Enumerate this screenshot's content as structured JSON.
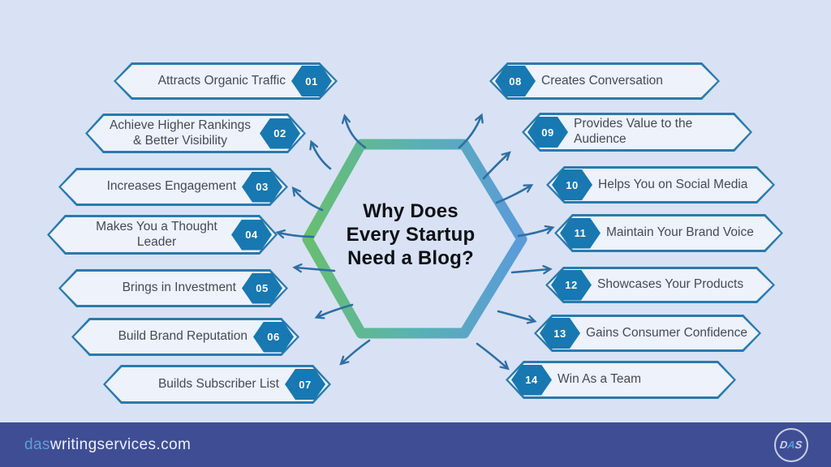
{
  "title": {
    "full": "Why Does Every Startup Need a Blog?",
    "lines": [
      "Why Does",
      "Every Startup",
      "Need a Blog?"
    ]
  },
  "left_items": [
    {
      "num": "01",
      "label": "Attracts Organic Traffic"
    },
    {
      "num": "02",
      "label": "Achieve Higher Rankings & Better Visibility"
    },
    {
      "num": "03",
      "label": "Increases Engagement"
    },
    {
      "num": "04",
      "label": "Makes You a Thought Leader"
    },
    {
      "num": "05",
      "label": "Brings in Investment"
    },
    {
      "num": "06",
      "label": "Build Brand Reputation"
    },
    {
      "num": "07",
      "label": "Builds Subscriber List"
    }
  ],
  "right_items": [
    {
      "num": "08",
      "label": "Creates Conversation"
    },
    {
      "num": "09",
      "label": "Provides Value to the Audience"
    },
    {
      "num": "10",
      "label": "Helps You on Social Media"
    },
    {
      "num": "11",
      "label": "Maintain Your Brand Voice"
    },
    {
      "num": "12",
      "label": "Showcases Your Products"
    },
    {
      "num": "13",
      "label": "Gains Consumer Confidence"
    },
    {
      "num": "14",
      "label": "Win As a Team"
    }
  ],
  "footer": {
    "brand_prefix": "das",
    "brand_rest": "writingservices.com",
    "logo_letters": [
      "D",
      "A",
      "S"
    ]
  },
  "colors": {
    "background": "#d8e2f4",
    "banner_fill": "#edf2fb",
    "banner_border": "#2b7aac",
    "badge_fill": "#1878b1",
    "hexagon_green": "#68be72",
    "hexagon_teal": "#58b2b2",
    "hexagon_blue": "#5b9bd9",
    "arrow": "#2e6fa4",
    "footer_bg": "#3f4e94",
    "brand_accent": "#5f9ed8",
    "title_text": "#0e1014",
    "label_text": "#454a53"
  }
}
